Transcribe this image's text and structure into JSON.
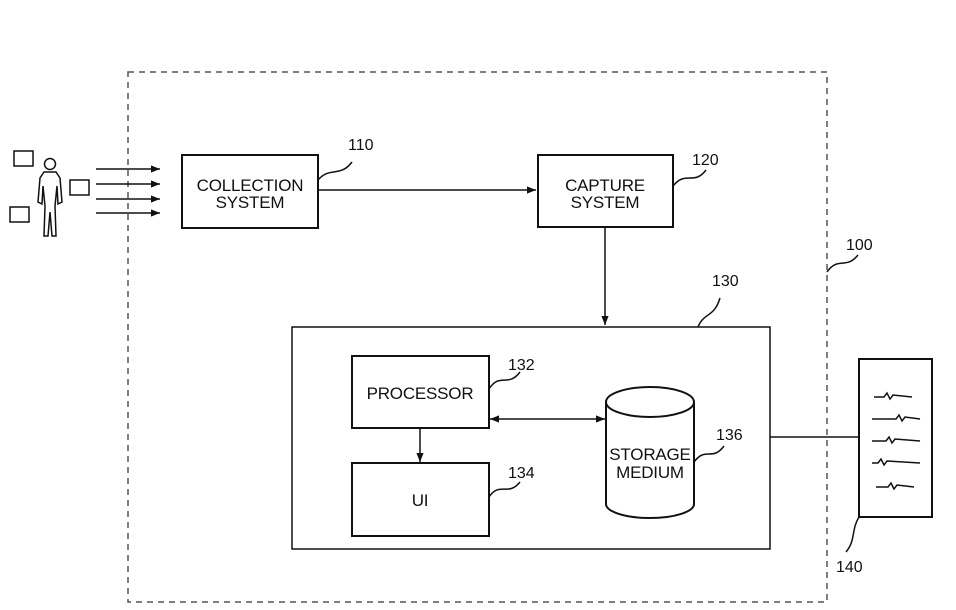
{
  "diagram": {
    "blocks": {
      "collection": {
        "line1": "COLLECTION",
        "line2": "SYSTEM",
        "ref": "110"
      },
      "capture": {
        "line1": "CAPTURE",
        "line2": "SYSTEM",
        "ref": "120"
      },
      "computer": {
        "ref": "130"
      },
      "processor": {
        "label": "PROCESSOR",
        "ref": "132"
      },
      "ui": {
        "label": "UI",
        "ref": "134"
      },
      "storage": {
        "line1": "STORAGE",
        "line2": "MEDIUM",
        "ref": "136"
      },
      "system": {
        "ref": "100"
      },
      "document": {
        "ref": "140"
      }
    }
  }
}
